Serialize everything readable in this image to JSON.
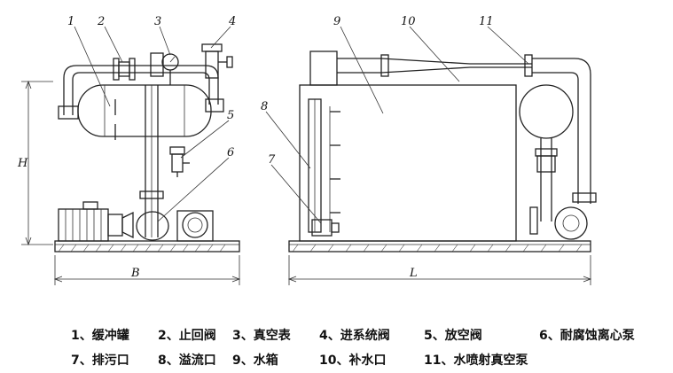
{
  "callouts": {
    "c1": "1",
    "c2": "2",
    "c3": "3",
    "c4": "4",
    "c5": "5",
    "c6": "6",
    "c7": "7",
    "c8": "8",
    "c9": "9",
    "c10": "10",
    "c11": "11"
  },
  "dimensions": {
    "height": "H",
    "width": "B",
    "length": "L"
  },
  "legend": [
    "1、缓冲罐",
    "2、止回阀",
    "3、真空表",
    "4、进系统阀",
    "5、放空阀",
    "6、耐腐蚀离心泵",
    "7、排污口",
    "8、溢流口",
    "9、水箱",
    "10、补水口",
    "11、水喷射真空泵"
  ]
}
